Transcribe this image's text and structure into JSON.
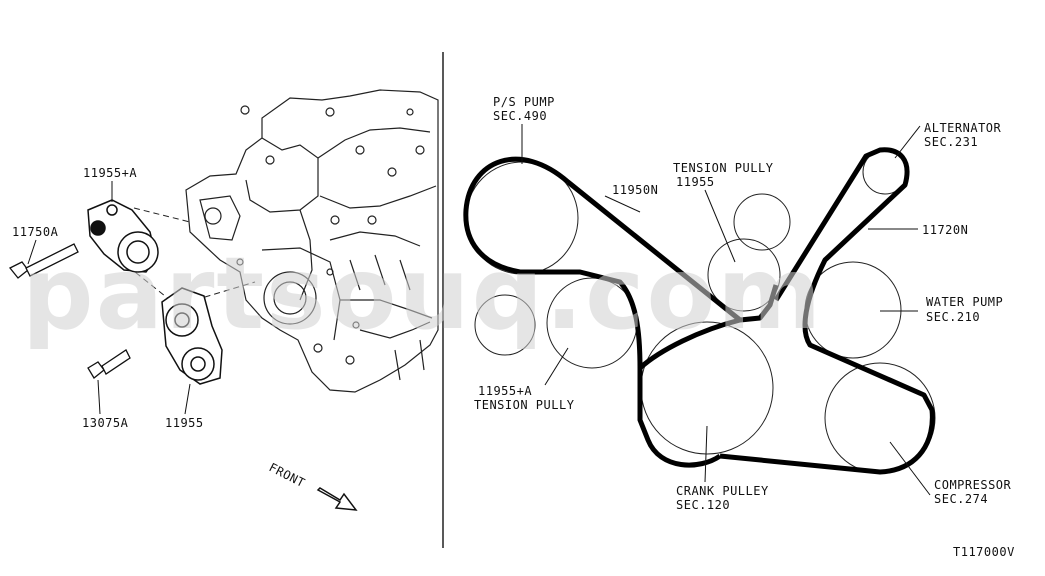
{
  "watermark": "partsouq.com",
  "left_labels": {
    "tensioner_assembly": "11955+A",
    "bolt_large": "11750A",
    "bolt_small": "13075A",
    "tensioner": "11955",
    "front": "FRONT"
  },
  "right_labels": {
    "ps_pump_name": "P/S PUMP",
    "ps_pump_sec": "SEC.490",
    "belt_ps": "11950N",
    "tension_pully_name": "TENSION PULLY",
    "tension_pully_code": "11955",
    "alternator_name": "ALTERNATOR",
    "alternator_sec": "SEC.231",
    "belt_main": "11720N",
    "water_pump_name": "WATER PUMP",
    "water_pump_sec": "SEC.210",
    "tension_pully2_code": "11955+A",
    "tension_pully2_name": "TENSION PULLY",
    "crank_name": "CRANK PULLEY",
    "crank_sec": "SEC.120",
    "compressor_name": "COMPRESSOR",
    "compressor_sec": "SEC.274"
  },
  "figure_id": "T117000V"
}
